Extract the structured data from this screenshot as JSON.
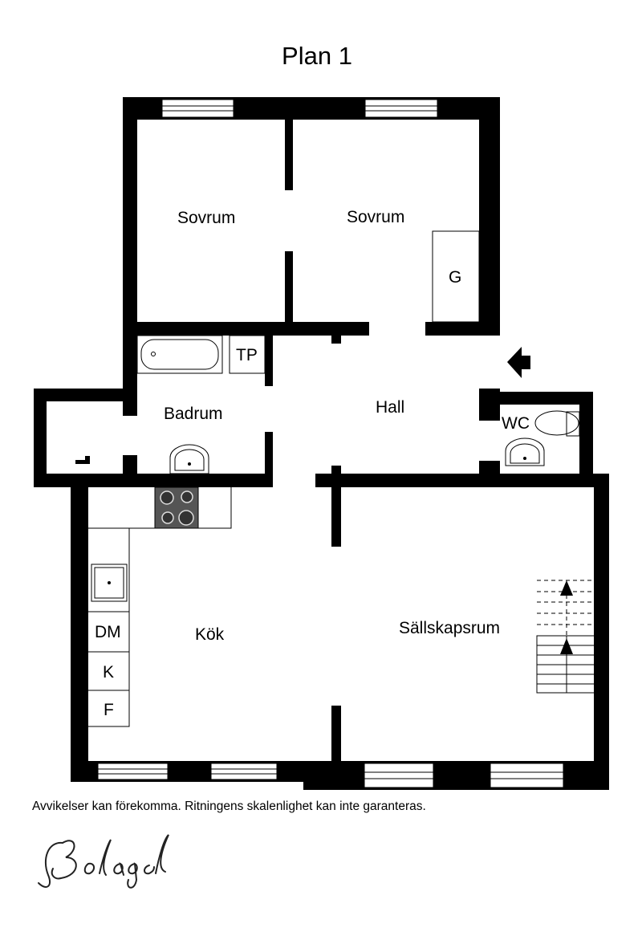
{
  "title": "Plan 1",
  "rooms": {
    "sovrum_left": "Sovrum",
    "sovrum_right": "Sovrum",
    "garderob": "G",
    "tp": "TP",
    "badrum": "Badrum",
    "hall": "Hall",
    "wc": "WC",
    "kok": "Kök",
    "sallskapsrum": "Sällskapsrum",
    "dm": "DM",
    "k": "K",
    "f": "F"
  },
  "disclaimer": "Avvikelser kan förekomma. Ritningens skalenlighet kan inte garanteras.",
  "logo_text": "Bolaget",
  "colors": {
    "wall": "#000000",
    "stove": "#555555",
    "background": "#ffffff"
  }
}
